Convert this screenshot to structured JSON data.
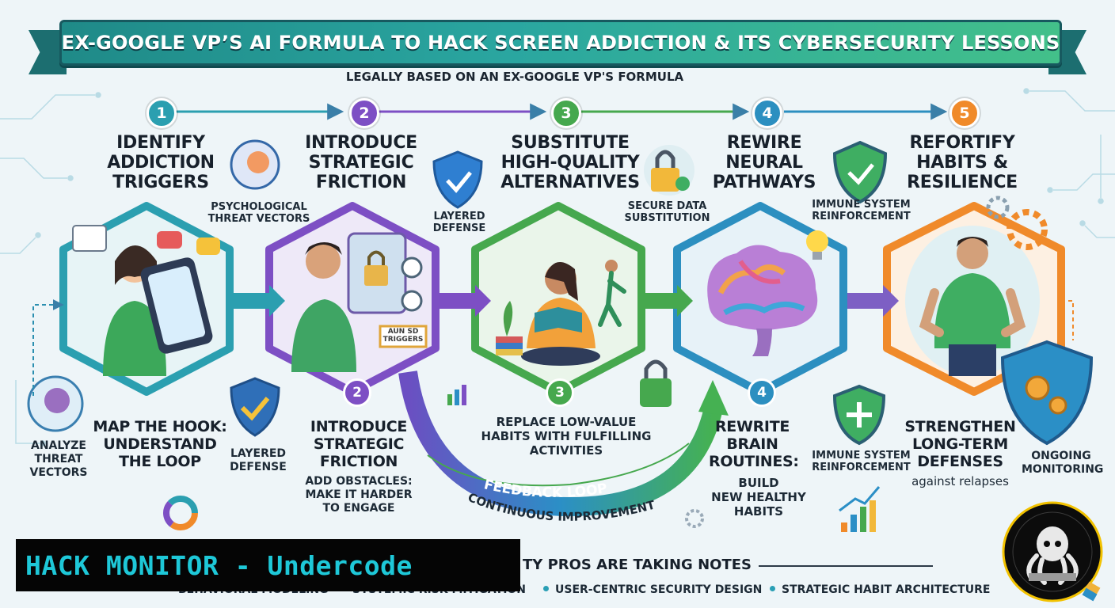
{
  "header": {
    "title": "EX-GOOGLE VP’S AI FORMULA TO HACK SCREEN ADDICTION & ITS CYBERSECURITY LESSONS",
    "subtitle": "LEGALLY BASED ON AN EX-GOOGLE VP'S FORMULA"
  },
  "colors": {
    "step1": "#2b9fb0",
    "step2": "#7d4fc4",
    "step3": "#46a84e",
    "step4": "#2c8fc0",
    "step5": "#f08a2a",
    "banner": "#2aa6a0"
  },
  "steps": [
    {
      "number": "1",
      "title_lines": [
        "IDENTIFY",
        "ADDICTION",
        "TRIGGERS"
      ]
    },
    {
      "number": "2",
      "title_lines": [
        "INTRODUCE",
        "STRATEGIC",
        "FRICTION"
      ]
    },
    {
      "number": "3",
      "title_lines": [
        "SUBSTITUTE",
        "HIGH-QUALITY",
        "ALTERNATIVES"
      ]
    },
    {
      "number": "4",
      "title_lines": [
        "REWIRE",
        "NEURAL",
        "PATHWAYS"
      ]
    },
    {
      "number": "5",
      "title_lines": [
        "REFORTIFY",
        "HABITS &",
        "RESILIENCE"
      ]
    }
  ],
  "captions": {
    "psych_line1": "PSYCHOLOGICAL",
    "psych_line2": "THREAT VECTORS",
    "layered_line1": "LAYERED",
    "layered_line2": "DEFENSE",
    "secure_line1": "SECURE DATA",
    "secure_line2": "SUBSTITUTION",
    "immune_line1": "IMMUNE SYSTEM",
    "immune_line2": "REINFORCEMENT",
    "analyze_line1": "ANALYZE",
    "analyze_line2": "THREAT",
    "analyze_line3": "VECTORS",
    "ongoing_line1": "ONGOING",
    "ongoing_line2": "MONITORING",
    "sticker_line1": "AUN SD",
    "sticker_line2": "TRIGGERS"
  },
  "details": {
    "d1_lines": [
      "MAP THE HOOK:",
      "UNDERSTAND",
      "THE LOOP"
    ],
    "d2_number": "2",
    "d2_title_lines": [
      "INTRODUCE",
      "STRATEGIC",
      "FRICTION"
    ],
    "d2_desc_lines": [
      "ADD OBSTACLES:",
      "MAKE IT HARDER",
      "TO ENGAGE"
    ],
    "d3_number": "3",
    "d3_desc_lines": [
      "REPLACE LOW-VALUE",
      "HABITS WITH FULFILLING",
      "ACTIVITIES"
    ],
    "d4_number": "4",
    "d4_title_lines": [
      "REWRITE",
      "BRAIN",
      "ROUTINES:"
    ],
    "d4_desc_lines": [
      "BUILD",
      "NEW HEALTHY",
      "HABITS"
    ],
    "d5_title_lines": [
      "STRENGTHEN",
      "LONG-TERM",
      "DEFENSES"
    ],
    "d5_desc": "against relapses"
  },
  "loop": {
    "label": "FEEDBACK LOOP",
    "sublabel": "CONTINUOUS IMPROVEMENT"
  },
  "footer": {
    "heading": "TY PROS ARE TAKING NOTES",
    "chips": [
      "BEHAVIORAL MODELING",
      "SYSTEMIC RISK MITIGATION",
      "USER-CENTRIC SECURITY DESIGN",
      "STRATEGIC HABIT ARCHITECTURE"
    ]
  },
  "watermark": {
    "text": "HACK MONITOR - Undercode"
  }
}
